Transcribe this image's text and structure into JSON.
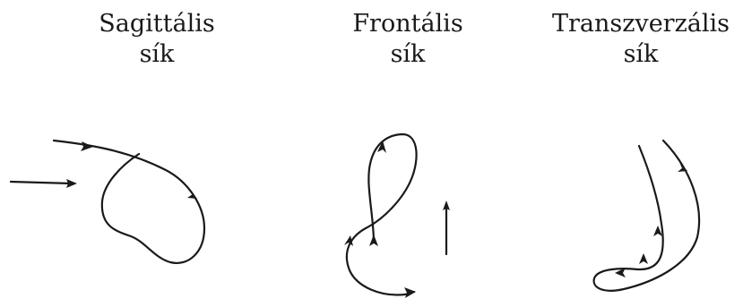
{
  "planes": [
    {
      "line1": "Sagittális",
      "line2": "sík"
    },
    {
      "line1": "Frontális",
      "line2": "sík"
    },
    {
      "line1": "Transzverzális",
      "line2": "sík"
    }
  ],
  "colors": {
    "ink": "#1a1a1a",
    "background": "#ffffff"
  }
}
